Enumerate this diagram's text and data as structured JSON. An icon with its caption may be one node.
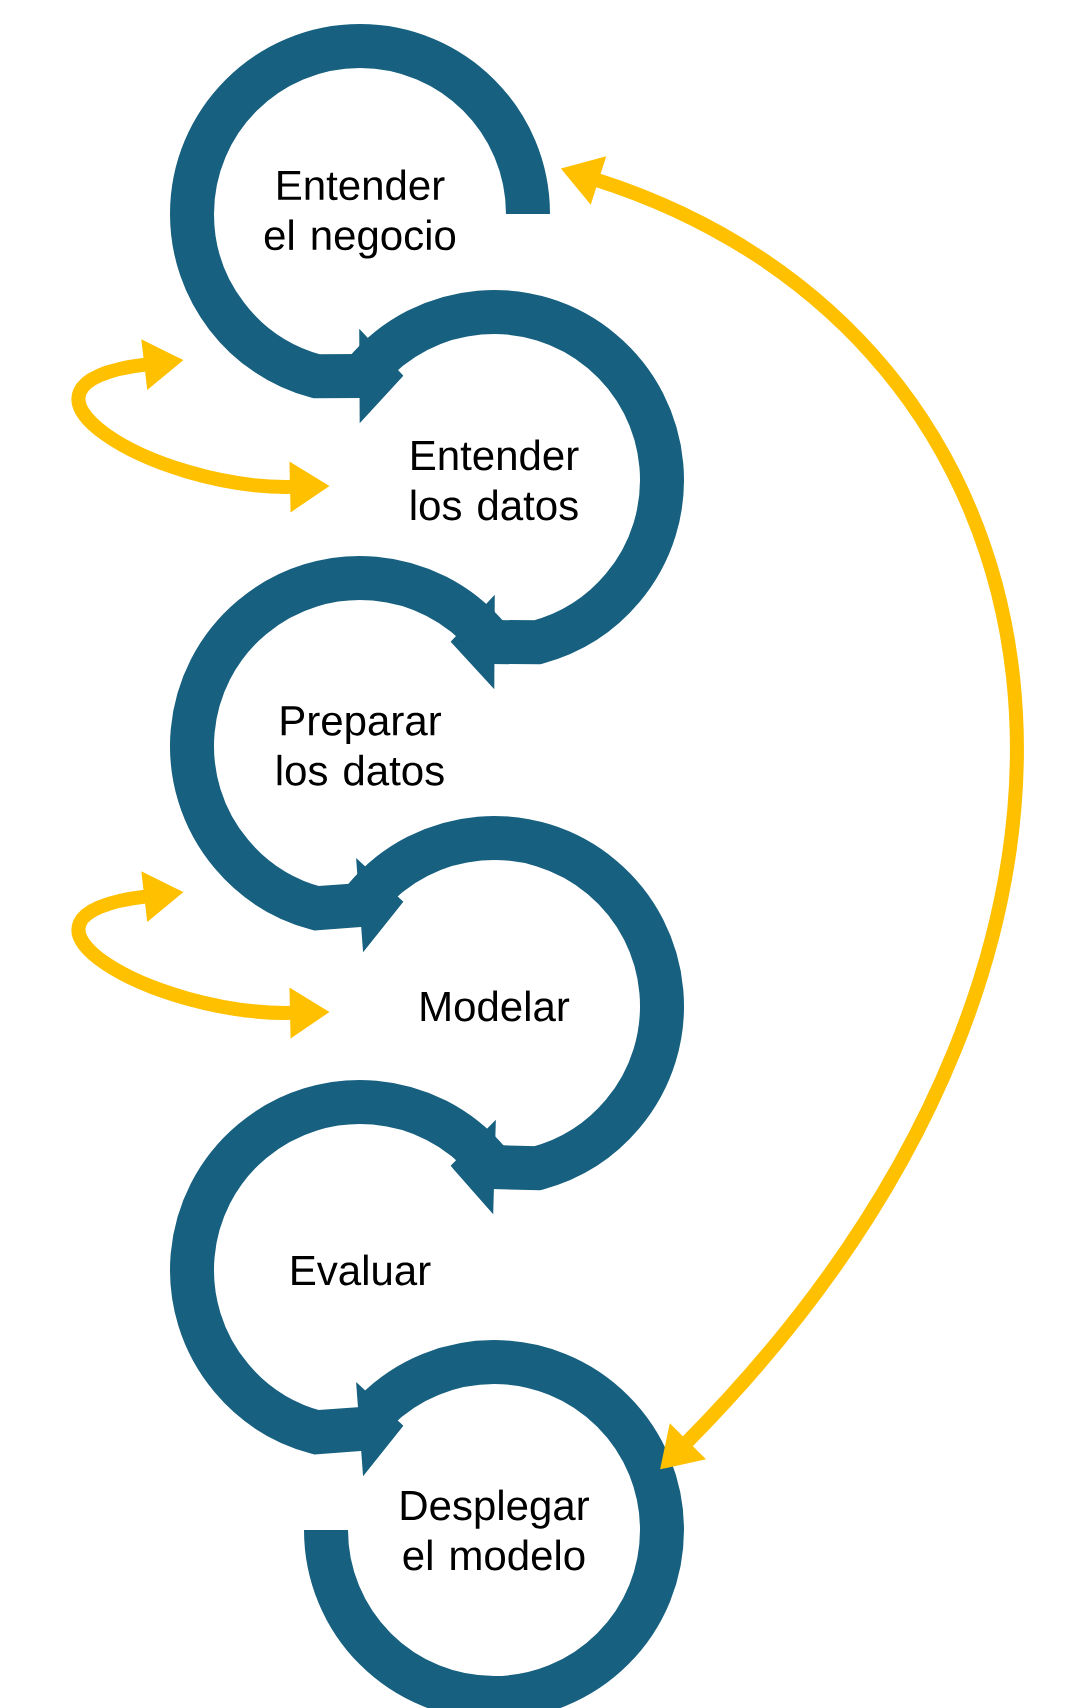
{
  "diagram": {
    "nodes": [
      {
        "text": [
          "Entender el negocio"
        ]
      },
      {
        "text": [
          "Entender los datos"
        ]
      },
      {
        "text": [
          "Preparar los datos"
        ]
      },
      {
        "text": [
          "Modelar"
        ]
      },
      {
        "text": [
          "Evaluar"
        ]
      },
      {
        "text": [
          "Desplegar el modelo"
        ]
      }
    ],
    "edges": [
      {
        "from": 0,
        "to": 1,
        "arrow": "to"
      },
      {
        "from": 1,
        "to": 2,
        "arrow": "to"
      },
      {
        "from": 2,
        "to": 3,
        "arrow": "to"
      },
      {
        "from": 3,
        "to": 4,
        "arrow": "to"
      },
      {
        "from": 4,
        "to": 5,
        "arrow": "to"
      },
      {
        "from": 0,
        "to": 1,
        "arrow": "both",
        "color": "#ffc000"
      },
      {
        "from": 2,
        "to": 3,
        "arrow": "both",
        "color": "#ffc000"
      },
      {
        "from": 0,
        "to": 5,
        "arrow": "both",
        "color": "#ffc000"
      }
    ]
  }
}
